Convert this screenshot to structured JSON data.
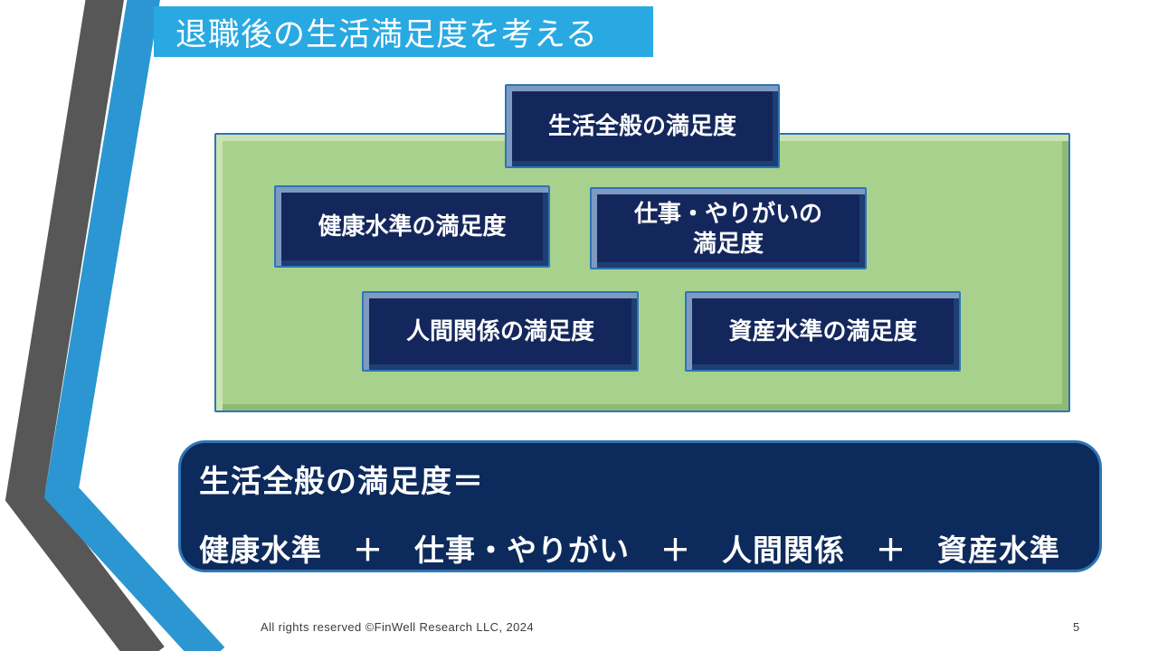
{
  "slide": {
    "title": "退職後の生活満足度を考える",
    "footer": "All rights reserved ©FinWell Research LLC, 2024",
    "page_number": "5"
  },
  "diagram": {
    "boxes": [
      {
        "id": "overall",
        "label": "生活全般の満足度"
      },
      {
        "id": "health",
        "label": "健康水準の満足度"
      },
      {
        "id": "work",
        "label": "仕事・やりがいの\n満足度"
      },
      {
        "id": "relation",
        "label": "人間関係の満足度"
      },
      {
        "id": "asset",
        "label": "資産水準の満足度"
      }
    ]
  },
  "summary": {
    "line1": "生活全般の満足度＝",
    "line2": "健康水準　＋　仕事・やりがい　＋　人間関係　＋　資産水準"
  },
  "colors": {
    "title-bar-blue": "#29A9E1",
    "frame-blue": "#2B96D2",
    "frame-gray": "#575757",
    "panel-green": "#A9D18E",
    "panel-green-light": "#C9E4B1",
    "panel-green-dark": "#8FBA74",
    "box-navy": "#14275C",
    "box-bevel-light": "#7E9AC1",
    "box-bevel-dark": "#1E3E74",
    "box-outline": "#2E75B6",
    "summary-navy": "#0D2A5C",
    "footer-gray": "#3C3C3C"
  }
}
